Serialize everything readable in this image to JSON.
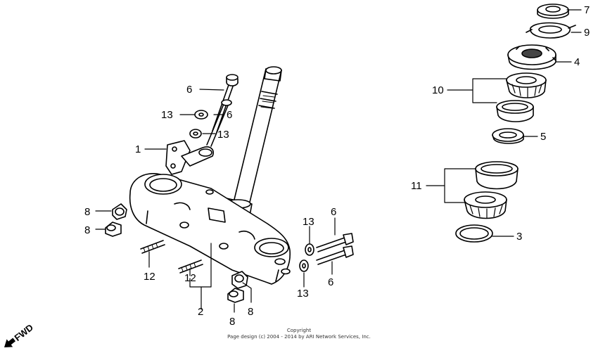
{
  "callouts": {
    "c1": "1",
    "c2": "2",
    "c3": "3",
    "c4": "4",
    "c5": "5",
    "c6a": "6",
    "c6b": "6",
    "c6c": "6",
    "c6d": "6",
    "c7": "7",
    "c8a": "8",
    "c8b": "8",
    "c8c": "8",
    "c8d": "8",
    "c9": "9",
    "c10": "10",
    "c11": "11",
    "c12a": "12",
    "c12b": "12",
    "c13a": "13",
    "c13b": "13",
    "c13c": "13",
    "c13d": "13"
  },
  "fwd_label": "FWD",
  "copyright": {
    "line1": "Copyright",
    "line2": "Page design (c) 2004 - 2014 by ARI Network Services, Inc."
  }
}
